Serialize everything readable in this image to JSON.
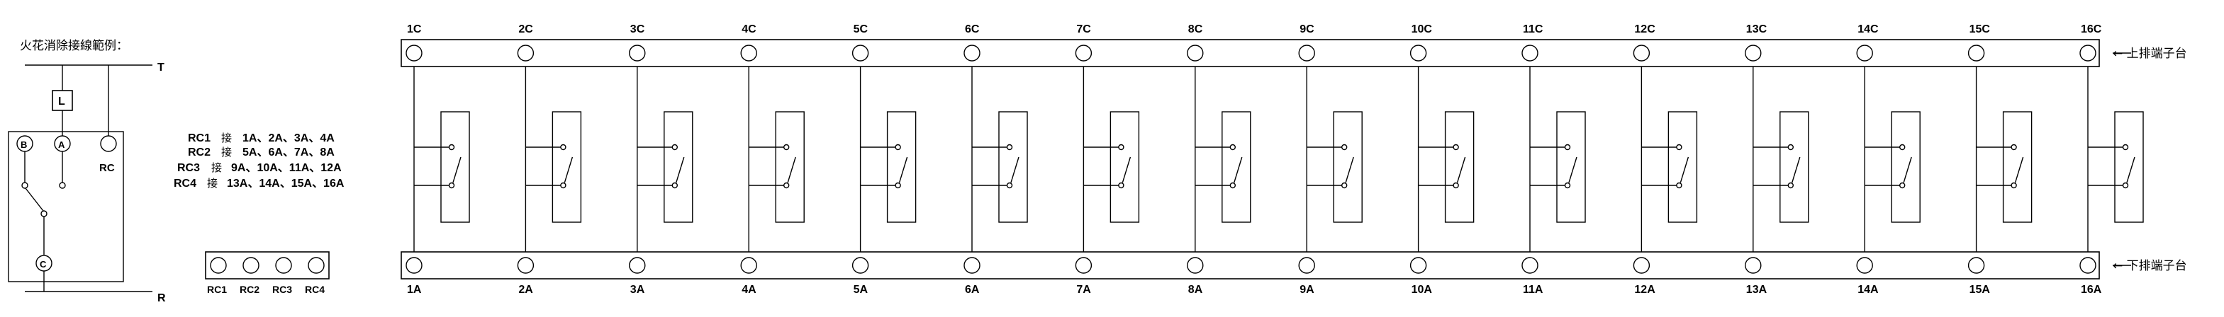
{
  "example": {
    "title": "火花消除接線範例：",
    "label_T": "T",
    "label_R": "R",
    "label_L": "L",
    "label_B": "B",
    "label_A": "A",
    "label_C": "C",
    "label_RC": "RC"
  },
  "mapping": {
    "rows": [
      {
        "rc": "RC1",
        "symbol": "接",
        "targets": "1A、2A、3A、4A"
      },
      {
        "rc": "RC2",
        "symbol": "接",
        "targets": "5A、6A、7A、8A"
      },
      {
        "rc": "RC3",
        "symbol": "接",
        "targets": "9A、10A、11A、12A"
      },
      {
        "rc": "RC4",
        "symbol": "接",
        "targets": "13A、14A、15A、16A"
      }
    ]
  },
  "rc_block": {
    "labels": [
      "RC1",
      "RC2",
      "RC3",
      "RC4"
    ]
  },
  "terminals": {
    "top_labels": [
      "1C",
      "2C",
      "3C",
      "4C",
      "5C",
      "6C",
      "7C",
      "8C",
      "9C",
      "10C",
      "11C",
      "12C",
      "13C",
      "14C",
      "15C",
      "16C"
    ],
    "bottom_labels": [
      "1A",
      "2A",
      "3A",
      "4A",
      "5A",
      "6A",
      "7A",
      "8A",
      "9A",
      "10A",
      "11A",
      "12A",
      "13A",
      "14A",
      "15A",
      "16A"
    ],
    "top_row_label": "← 上排端子台",
    "bottom_row_label": "← 下排端子台"
  }
}
